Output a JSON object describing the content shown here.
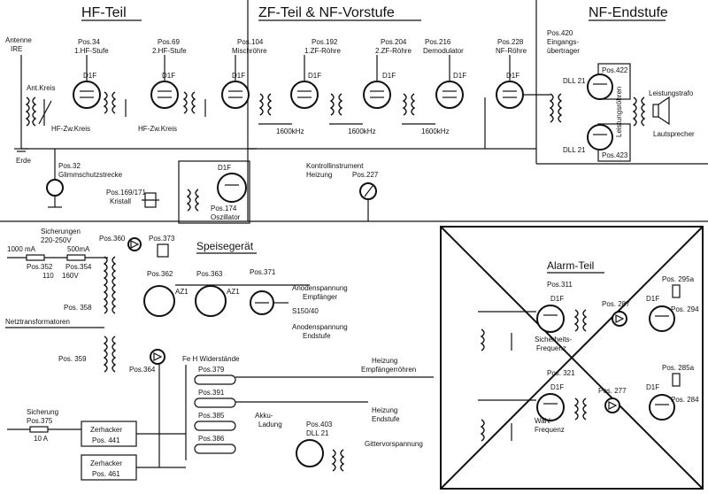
{
  "sections": {
    "hf": "HF-Teil",
    "zf": "ZF-Teil & NF-Vorstufe",
    "nf": "NF-Endstufe",
    "speise": "Speisegerät",
    "alarm": "Alarm-Teil"
  },
  "antenna": {
    "l1": "Antenne",
    "l2": "IRE",
    "kreis": "Ant.Kreis",
    "erde": "Erde"
  },
  "stages": [
    {
      "pos": "Pos.34",
      "name": "1.HF-Stufe",
      "tube": "D1F"
    },
    {
      "pos": "Pos.69",
      "name": "2.HF-Stufe",
      "tube": "D1F"
    },
    {
      "pos": "Pos.104",
      "name": "Mischröhre",
      "tube": "D1F"
    },
    {
      "pos": "Pos.192",
      "name": "1.ZF-Röhre",
      "tube": "D1F"
    },
    {
      "pos": "Pos.204",
      "name": "2.ZF-Röhre",
      "tube": "D1F"
    },
    {
      "pos": "Pos.216",
      "name": "Demodulator",
      "tube": "D1F"
    },
    {
      "pos": "Pos.228",
      "name": "NF-Röhre",
      "tube": "D1F"
    }
  ],
  "hf_zw1": "HF-Zw.Kreis",
  "hf_zw2": "HF-Zw.Kreis",
  "zf_freq": [
    "1600kHz",
    "1600kHz",
    "1600kHz"
  ],
  "eingang": {
    "pos": "Pos.420",
    "l1": "Eingangs-",
    "l2": "übertrager"
  },
  "endstufe": {
    "tube_a": "DLL 21",
    "pos_a": "Pos.422",
    "tube_b": "DLL 21",
    "pos_b": "Pos.423",
    "leistungsroehren": "Leistungsröhren",
    "trafo": "Leistungstrafo",
    "speaker": "Lautsprecher"
  },
  "glimm": {
    "pos": "Pos.32",
    "name": "Glimmschutzstrecke"
  },
  "kristall": {
    "pos": "Pos.169/171",
    "name": "Kristall"
  },
  "oszillator": {
    "tube": "D1F",
    "pos": "Pos.174",
    "name": "Oszillator"
  },
  "instrument": {
    "l1": "Kontrollinstrument",
    "l2": "Heizung",
    "pos": "Pos.227"
  },
  "speisegeraet": {
    "sicherungen": {
      "l1": "Sicherungen",
      "l2": "220-250V",
      "a": "1000 mA",
      "b": "500mA"
    },
    "pos352": "Pos.352",
    "pos354": "Pos.354",
    "v110": "110",
    "v160": "160V",
    "pos360": "Pos.360",
    "pos373": "Pos.373",
    "pos362": "Pos.362",
    "pos363": "Pos.363",
    "pos371": "Pos.371",
    "az1a": "AZ1",
    "az1b": "AZ1",
    "anode_e1": "Anodenspannung",
    "anode_e2": "Empfänger",
    "stab": "S150/40",
    "anode_n1": "Anodenspannung",
    "anode_n2": "Endstufe",
    "pos358": "Pos. 358",
    "netz": "Netztransformatoren",
    "pos359": "Pos. 359",
    "pos364": "Pos.364",
    "fe_h": "Fe H Widerstände",
    "widerstaende": [
      "Pos.379",
      "Pos.391",
      "Pos.385",
      "Pos.386"
    ],
    "heiz_e1": "Heizung",
    "heiz_e2": "Empfängerröhren",
    "heiz_n1": "Heizung",
    "heiz_n2": "Endstufe",
    "akku1": "Akku-",
    "akku2": "Ladung",
    "pos403": "Pos.403",
    "dll": "DLL 21",
    "gitter": "Gittervorspannung",
    "sicherung": {
      "l1": "Sicherung",
      "l2": "Pos.375",
      "l3": "10 A"
    },
    "zerhacker_a": {
      "l1": "Zerhacker",
      "l2": "Pos. 441"
    },
    "zerhacker_b": {
      "l1": "Zerhacker",
      "l2": "Pos. 461"
    }
  },
  "alarm": {
    "pos311": "Pos.311",
    "tube311": "D1F",
    "sich1": "Sicherheits-",
    "sich2": "Frequenz",
    "pos287": "Pos. 287",
    "tube294": "D1F",
    "pos294": "Pos. 294",
    "pos295": "Pos. 295a",
    "pos321": "Pos. 321",
    "tube321": "D1F",
    "wahl1": "Wahl-",
    "wahl2": "Frequenz",
    "pos277": "Pos. 277",
    "tube284": "D1F",
    "pos284": "Pos. 284",
    "pos285": "Pos. 285a"
  }
}
